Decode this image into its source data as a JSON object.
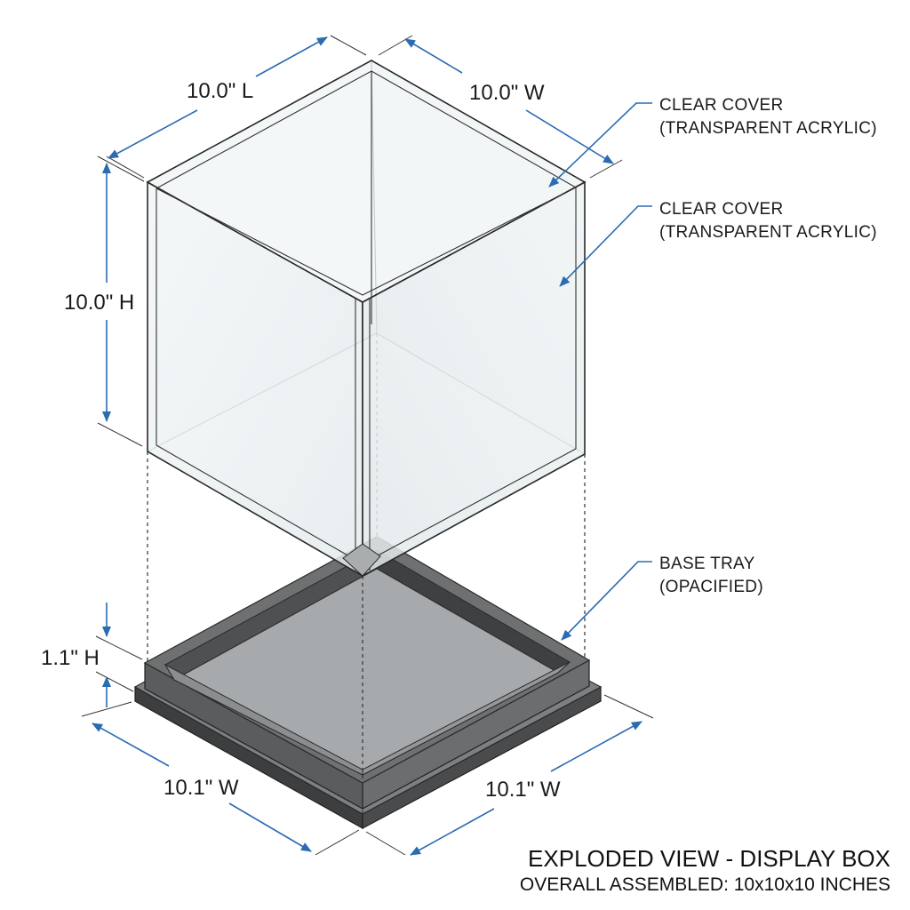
{
  "dimensions": {
    "cover_length": "10.0\" L",
    "cover_width": "10.0\" W",
    "cover_height": "10.0\" H",
    "base_height": "1.1\" H",
    "base_width_left": "10.1\" W",
    "base_width_right": "10.1\" W"
  },
  "callouts": {
    "top_cover": {
      "line1": "CLEAR COVER",
      "line2": "(TRANSPARENT ACRYLIC)"
    },
    "side_cover": {
      "line1": "CLEAR COVER",
      "line2": "(TRANSPARENT ACRYLIC)"
    },
    "base": {
      "line1": "BASE TRAY",
      "line2": "(OPACIFIED)"
    }
  },
  "caption": {
    "title": "EXPLODED VIEW - DISPLAY BOX",
    "subtitle": "OVERALL ASSEMBLED: 10x10x10 INCHES"
  },
  "colors": {
    "dimension_arrow": "#2b6cb0",
    "outline": "#2a2a2a",
    "acrylic_fill": "#eef3f4",
    "tray_inner": "#a7aaac",
    "tray_wall": "#5a5c5e",
    "tray_rim": "#3b3c3d"
  }
}
